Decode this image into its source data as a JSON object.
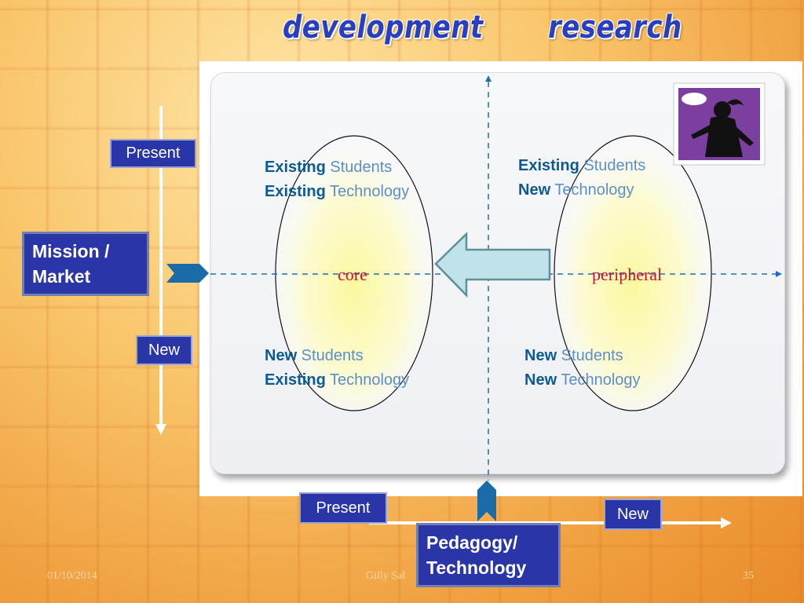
{
  "header": {
    "left": "development",
    "right": "research"
  },
  "y_axis": {
    "top_label": "Present",
    "bottom_label": "New",
    "title_line1": "Mission /",
    "title_line2": "Market"
  },
  "x_axis": {
    "left_label": "Present",
    "right_label": "New",
    "title_line1": "Pedagogy/",
    "title_line2": "Technology"
  },
  "quadrants": {
    "top_left": {
      "l1_bold": "Existing",
      "l1_rest": " Students",
      "l2_bold": "Existing",
      "l2_rest": " Technology"
    },
    "top_right": {
      "l1_bold": "Existing",
      "l1_rest": " Students",
      "l2_bold": "New",
      "l2_rest": " Technology"
    },
    "bottom_left": {
      "l1_bold": "New",
      "l1_rest": " Students",
      "l2_bold": "Existing",
      "l2_rest": " Technology"
    },
    "bottom_right": {
      "l1_bold": "New",
      "l1_rest": " Students",
      "l2_bold": "New",
      "l2_rest": " Technology"
    }
  },
  "ovals": {
    "left": "core",
    "right": "peripheral"
  },
  "footer": {
    "date": "01/10/2014",
    "author": "Gilly Sal",
    "page": "35"
  },
  "colors": {
    "box_blue": "#2a35a8",
    "axis_blue": "#1f6fb0",
    "oval_text": "#cc1133",
    "arrow_fill": "#bfe3e8"
  },
  "icons": {
    "thumbnail": "silhouette-thumbnail-icon",
    "left_marker": "axis-marker-icon",
    "bottom_marker": "axis-marker-icon"
  }
}
